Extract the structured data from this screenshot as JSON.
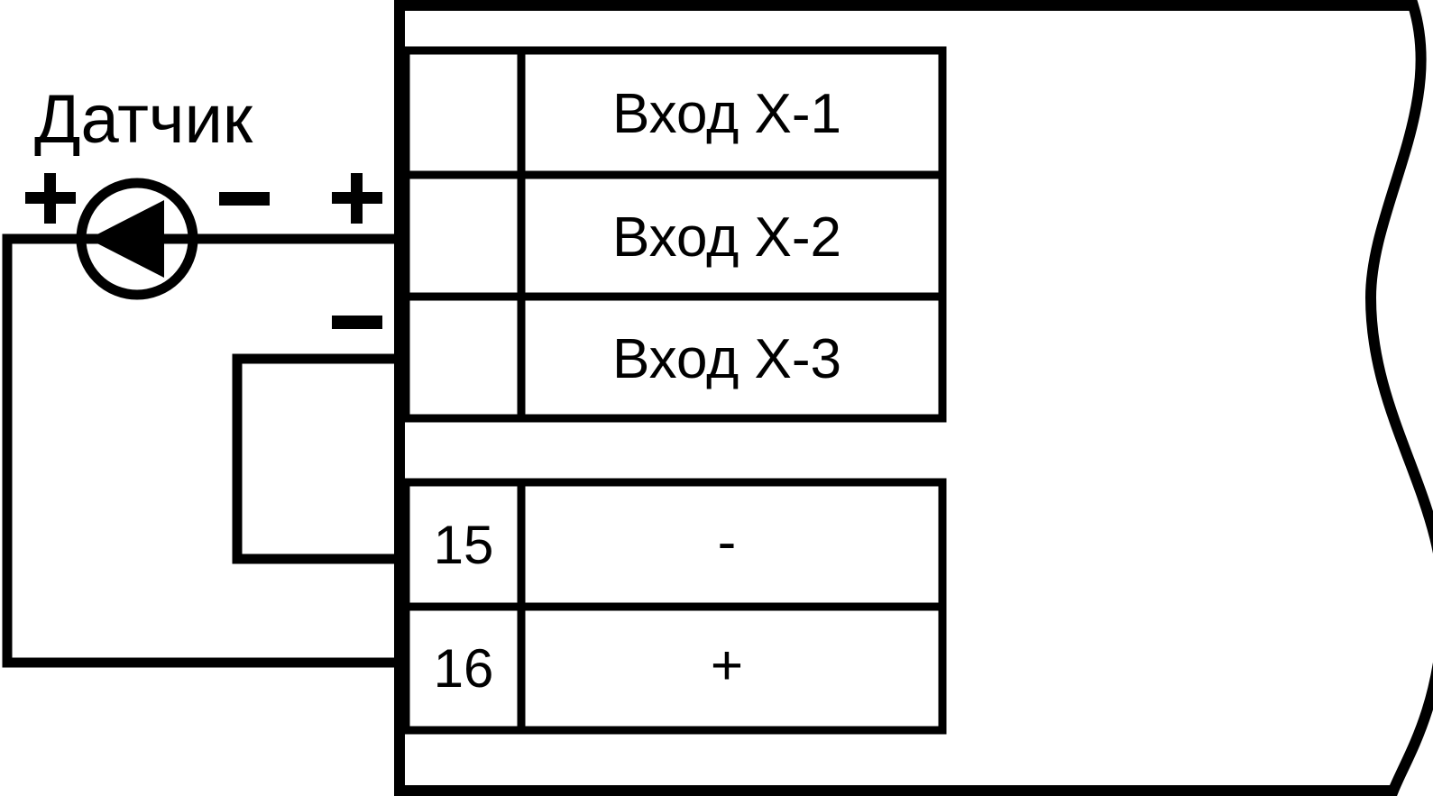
{
  "diagram": {
    "title": "Sensor connection diagram",
    "device_label": "Датчик",
    "colors": {
      "line": "#000000",
      "background": "#ffffff"
    },
    "source_symbol": {
      "name": "current-source",
      "arrow_direction": "left",
      "terminal_left_sign": "+",
      "terminal_right_sign": "−"
    },
    "panel_signs": {
      "top_plus": "+",
      "lower_minus": "−"
    },
    "input_table": {
      "rows": [
        {
          "number": "",
          "label": "Вход X-1"
        },
        {
          "number": "",
          "label": "Вход X-2"
        },
        {
          "number": "",
          "label": "Вход X-3"
        }
      ]
    },
    "power_table": {
      "rows": [
        {
          "number": "15",
          "label": "-"
        },
        {
          "number": "16",
          "label": "+"
        }
      ]
    },
    "break_edge": "wavy-break-line"
  }
}
